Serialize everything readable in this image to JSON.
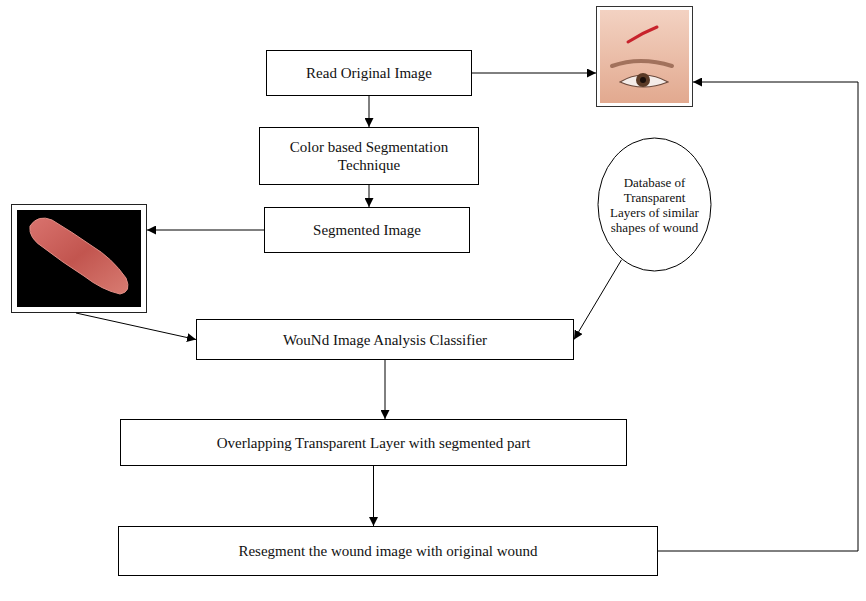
{
  "diagram": {
    "nodes": [
      {
        "text": [
          "Read Original Image"
        ]
      },
      {
        "text": [
          "Color based Segmentation Technique"
        ]
      },
      {
        "text": [
          "Segmented Image"
        ]
      },
      {
        "text": [
          "Database of Transparent Layers of similar shapes of wound"
        ]
      },
      {
        "text": [
          "WouNd Image Analysis Classifier"
        ]
      },
      {
        "text": [
          "Overlapping Transparent Layer with segmented part"
        ]
      },
      {
        "text": [
          "Resegment the wound image with original wound"
        ]
      }
    ],
    "edges": [
      {
        "from": 0,
        "to": 1,
        "arrow": "to"
      },
      {
        "from": 1,
        "to": 2,
        "arrow": "to"
      },
      {
        "from": 3,
        "to": 4,
        "arrow": "to"
      },
      {
        "from": 4,
        "to": 5,
        "arrow": "to"
      },
      {
        "from": 5,
        "to": 6,
        "arrow": "to"
      }
    ]
  }
}
